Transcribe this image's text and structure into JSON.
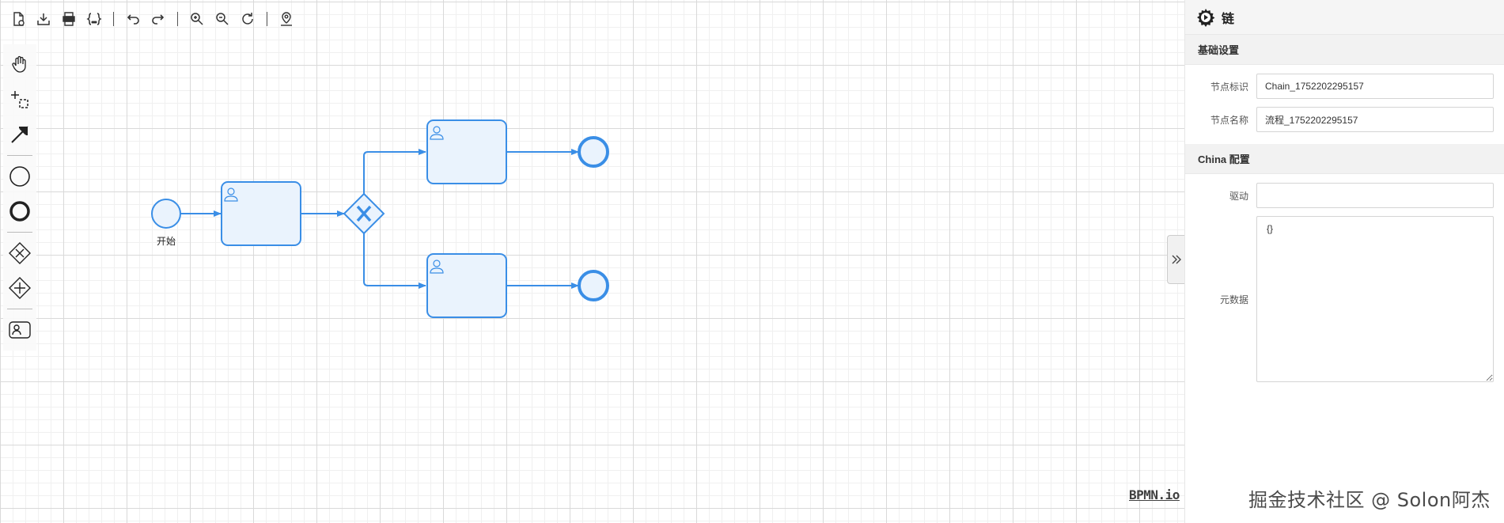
{
  "toolbar": {
    "items": [
      "new-file-icon",
      "download-icon",
      "export-image-icon",
      "view-xml-icon",
      "undo-icon",
      "redo-icon",
      "zoom-in-icon",
      "zoom-out-icon",
      "reset-zoom-icon",
      "locate-icon"
    ]
  },
  "palette": {
    "items": [
      "hand-tool-icon",
      "lasso-tool-icon",
      "connect-tool-icon",
      "start-event-icon",
      "end-event-icon",
      "exclusive-gateway-icon",
      "parallel-gateway-icon",
      "user-task-icon"
    ]
  },
  "diagram": {
    "start_label": "开始",
    "accent": "#3a8ee6",
    "task_fill": "#eaf3fd"
  },
  "logo": {
    "text": "BPMN.io"
  },
  "panel": {
    "title": "链",
    "basic_group": "基础设置",
    "node_id_label": "节点标识",
    "node_id_value": "Chain_1752202295157",
    "node_name_label": "节点名称",
    "node_name_value": "流程_1752202295157",
    "china_group": "China 配置",
    "driver_label": "驱动",
    "driver_value": "",
    "meta_label": "元数据",
    "meta_value": "{}"
  },
  "watermark": "掘金技术社区 @ Solon阿杰"
}
